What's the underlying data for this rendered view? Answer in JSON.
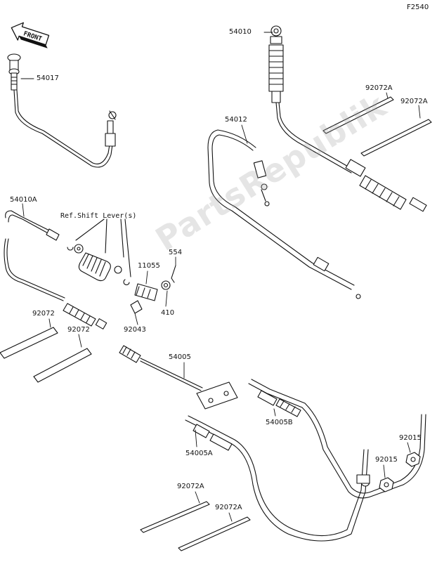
{
  "figure_code": "F2540",
  "front_arrow_label": "FRONT",
  "ref_note": "Ref.Shift Lever(s)",
  "watermark": "PartsRepublik",
  "colors": {
    "line": "#111111",
    "watermark": "#a0a0a0"
  },
  "part_numbers": {
    "p54010": "54010",
    "p54017": "54017",
    "p92072A_1": "92072A",
    "p92072A_2": "92072A",
    "p54012": "54012",
    "p54010A": "54010A",
    "p554": "554",
    "p11055": "11055",
    "p410": "410",
    "p92043": "92043",
    "p92072_1": "92072",
    "p92072_2": "92072",
    "p54005": "54005",
    "p54005B": "54005B",
    "p54005A": "54005A",
    "p92015_1": "92015",
    "p92015_2": "92015",
    "p92072A_3": "92072A",
    "p92072A_4": "92072A"
  }
}
